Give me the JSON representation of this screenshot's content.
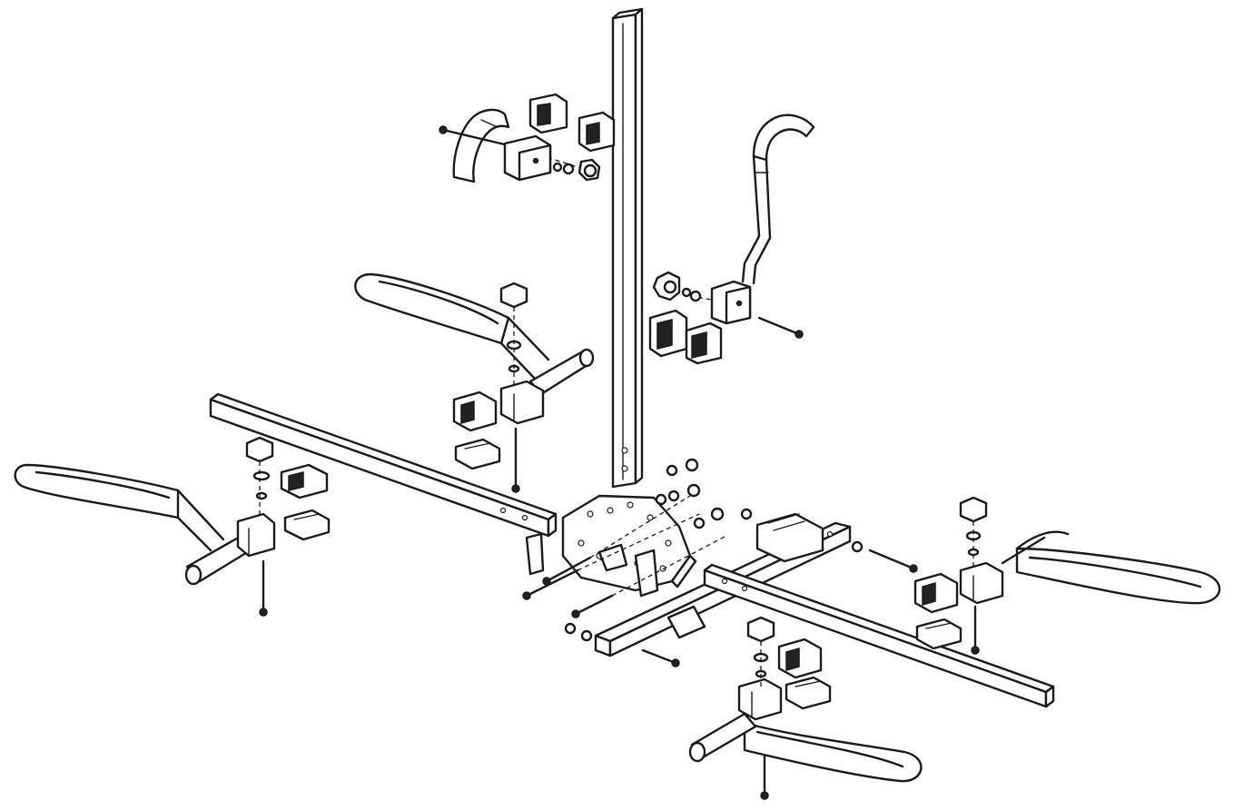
{
  "diagram": {
    "colors": {
      "line": "#1a1a1a",
      "background": "#ffffff",
      "fill": "#ffffff"
    },
    "parts": [
      {
        "name": "vertical-mast"
      },
      {
        "name": "upper-left-clamp-arm"
      },
      {
        "name": "upper-right-clamp-arm"
      },
      {
        "name": "left-crossbar"
      },
      {
        "name": "right-crossbar"
      },
      {
        "name": "center-mounting-plate"
      },
      {
        "name": "rear-hitch-tube"
      },
      {
        "name": "left-wheel-tray"
      },
      {
        "name": "middle-left-wheel-tray"
      },
      {
        "name": "right-wheel-tray"
      },
      {
        "name": "front-wheel-tray"
      }
    ]
  }
}
